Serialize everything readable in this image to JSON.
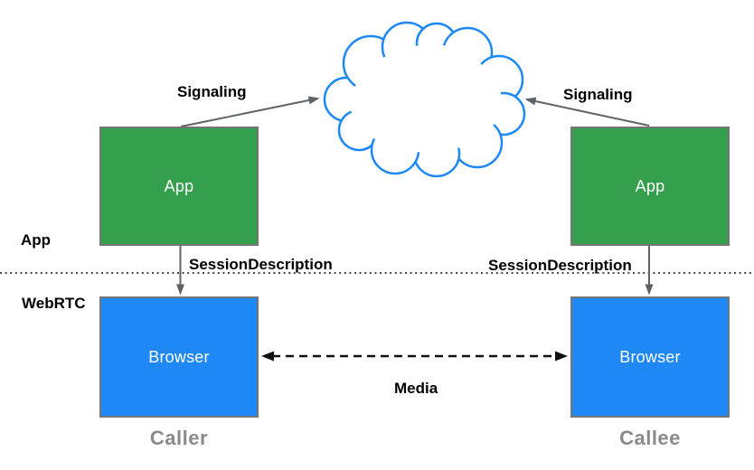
{
  "layers": {
    "app": "App",
    "webrtc": "WebRTC"
  },
  "nodes": {
    "caller_app": "App",
    "callee_app": "App",
    "caller_browser": "Browser",
    "callee_browser": "Browser"
  },
  "edges": {
    "caller_signaling": "Signaling",
    "callee_signaling": "Signaling",
    "caller_session_description": "SessionDescription",
    "callee_session_description": "SessionDescription",
    "media": "Media"
  },
  "captions": {
    "caller": "Caller",
    "callee": "Callee"
  },
  "colors": {
    "app_box": "#34a04d",
    "browser_box": "#1e88f7",
    "cloud_stroke": "#1e88f7",
    "box_border": "#757575",
    "arrow_gray": "#5f6368",
    "media_black": "#111111",
    "divider_gray": "#4a4a4a",
    "caption_gray": "#8a8a8a",
    "label_black": "#000000"
  }
}
